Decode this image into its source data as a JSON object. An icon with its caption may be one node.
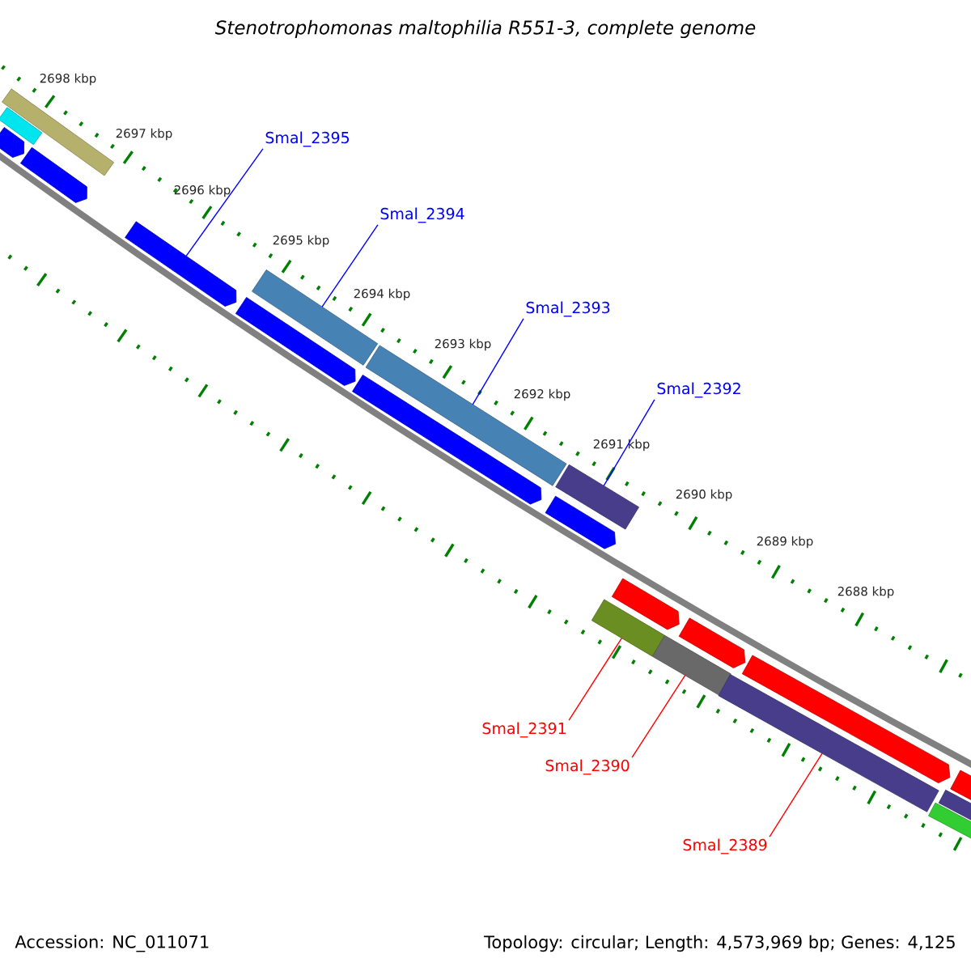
{
  "diagram": {
    "title": "Stenotrophomonas maltophilia R551-3, complete genome",
    "nodes": [
      {
        "text": [
          "Smal_2395"
        ]
      },
      {
        "text": [
          "Smal_2394"
        ]
      },
      {
        "text": [
          "Smal_2393"
        ]
      },
      {
        "text": [
          "Smal_2392"
        ]
      },
      {
        "text": [
          "Smal_2391"
        ]
      },
      {
        "text": [
          "Smal_2390"
        ]
      },
      {
        "text": [
          "Smal_2389"
        ]
      },
      {
        "text": [],
        "shape": "arrow"
      },
      {
        "text": [],
        "shape": "bar"
      },
      {
        "text": [],
        "shape": "bar"
      },
      {
        "text": [],
        "shape": "arrow"
      },
      {
        "text": [],
        "shape": "arrow"
      },
      {
        "text": [],
        "shape": "bar"
      },
      {
        "text": [],
        "shape": "arrow"
      },
      {
        "text": [],
        "shape": "bar"
      },
      {
        "text": [],
        "shape": "arrow"
      },
      {
        "text": [],
        "shape": "bar"
      },
      {
        "text": [],
        "shape": "arrow"
      },
      {
        "text": [],
        "shape": "bar"
      },
      {
        "text": [],
        "shape": "arrow"
      },
      {
        "text": [],
        "shape": "bar"
      },
      {
        "text": [],
        "shape": "arrow"
      },
      {
        "text": [],
        "shape": "bar"
      },
      {
        "text": [],
        "shape": "arrow"
      },
      {
        "text": [],
        "shape": "bar"
      },
      {
        "text": [],
        "shape": "bar"
      },
      {
        "text": [],
        "shape": "arrow"
      }
    ],
    "edges": [
      {
        "from": 0,
        "to": 11,
        "arrow": "none"
      },
      {
        "from": 1,
        "to": 12,
        "arrow": "none"
      },
      {
        "from": 2,
        "to": 14,
        "arrow": "none"
      },
      {
        "from": 3,
        "to": 16,
        "arrow": "none"
      },
      {
        "from": 4,
        "to": 18,
        "arrow": "none",
        "color": "#ff0000"
      },
      {
        "from": 5,
        "to": 20,
        "arrow": "none",
        "color": "#ff0000"
      },
      {
        "from": 6,
        "to": 22,
        "arrow": "none",
        "color": "#ff0000"
      }
    ],
    "labels": [
      "2698 kbp",
      "2697 kbp",
      "2696 kbp",
      "2695 kbp",
      "2694 kbp",
      "2693 kbp",
      "2692 kbp",
      "2691 kbp",
      "2690 kbp",
      "2689 kbp",
      "2688 kbp",
      "Accession: NC_011071",
      "Topology: circular; Length: 4,573,969 bp; Genes: 4,125"
    ]
  }
}
